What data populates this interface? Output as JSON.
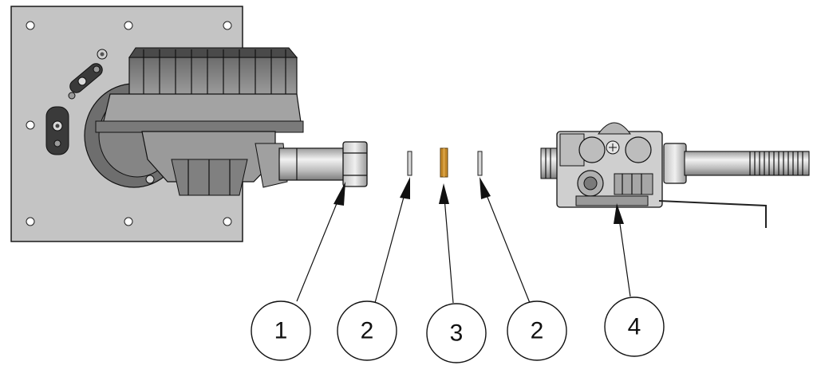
{
  "callouts": [
    {
      "id": "1",
      "label": "1"
    },
    {
      "id": "2a",
      "label": "2"
    },
    {
      "id": "3",
      "label": "3"
    },
    {
      "id": "2b",
      "label": "2"
    },
    {
      "id": "4",
      "label": "4"
    }
  ],
  "colors": {
    "plate": "#c4c4c4",
    "housing": "#8f8f8f",
    "pipe": "#d4d4d4",
    "brass_washer": "#c58a2a",
    "outline": "#1a1a1a"
  }
}
